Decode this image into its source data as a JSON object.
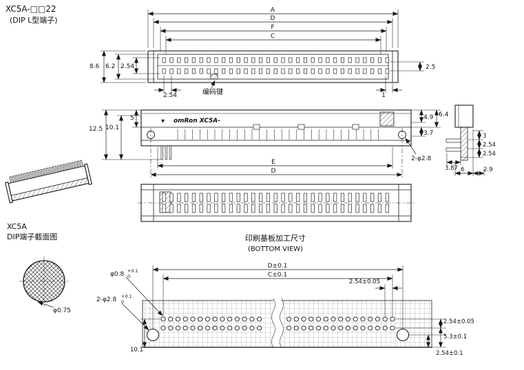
{
  "header": {
    "model": "XC5A-□□22",
    "subtitle": "(DIP L型端子)"
  },
  "top_view": {
    "dim_a": "A",
    "dim_d": "D",
    "dim_f": "F",
    "dim_c": "C",
    "dim_height": "8.6",
    "dim_inner_height": "6.2",
    "dim_row_pitch": "2.54",
    "dim_pitch": "2.54",
    "coding_key": "编码键",
    "dim_end": "1",
    "dim_right": "2.5"
  },
  "front_view": {
    "polarity_mark": "▼",
    "brand": "omRon  XC5A-",
    "dim_total_height": "12.5",
    "dim_pin_height": "10.1",
    "dim_body_top": "5",
    "dim_r1": "4.9",
    "dim_r2": "6.4",
    "dim_r3": "3.7",
    "mount_hole": "2-φ2.8",
    "dim_e": "E",
    "dim_d": "D"
  },
  "side_view": {
    "dim_top": "3",
    "dim_mid": "2.54",
    "dim_bot": "2.54",
    "dim_foot": "3.87",
    "dim_width": "6",
    "dim_offset": "2.9"
  },
  "section_view": {
    "title_line1": "XC5A",
    "title_line2": "DIP端子截面图",
    "dim_terminal": "φ0.75"
  },
  "pcb_view": {
    "title": "印刷基板加工尺寸",
    "subtitle": "(BOTTOM VIEW)",
    "dim_d": "D±0.1",
    "dim_c": "C±0.1",
    "dim_pitch": "2.54±0.05",
    "small_hole": "φ0.8",
    "small_hole_tol_plus": "+0.1",
    "small_hole_tol_minus": "0",
    "big_hole": "2-φ2.8",
    "big_hole_tol_plus": "+0.1",
    "big_hole_tol_minus": "0",
    "dim_row_pitch": "2.54±0.05",
    "dim_edge": "5.3±0.1",
    "dim_bottom": "2.54±0.1",
    "dim_left": "10.1"
  }
}
